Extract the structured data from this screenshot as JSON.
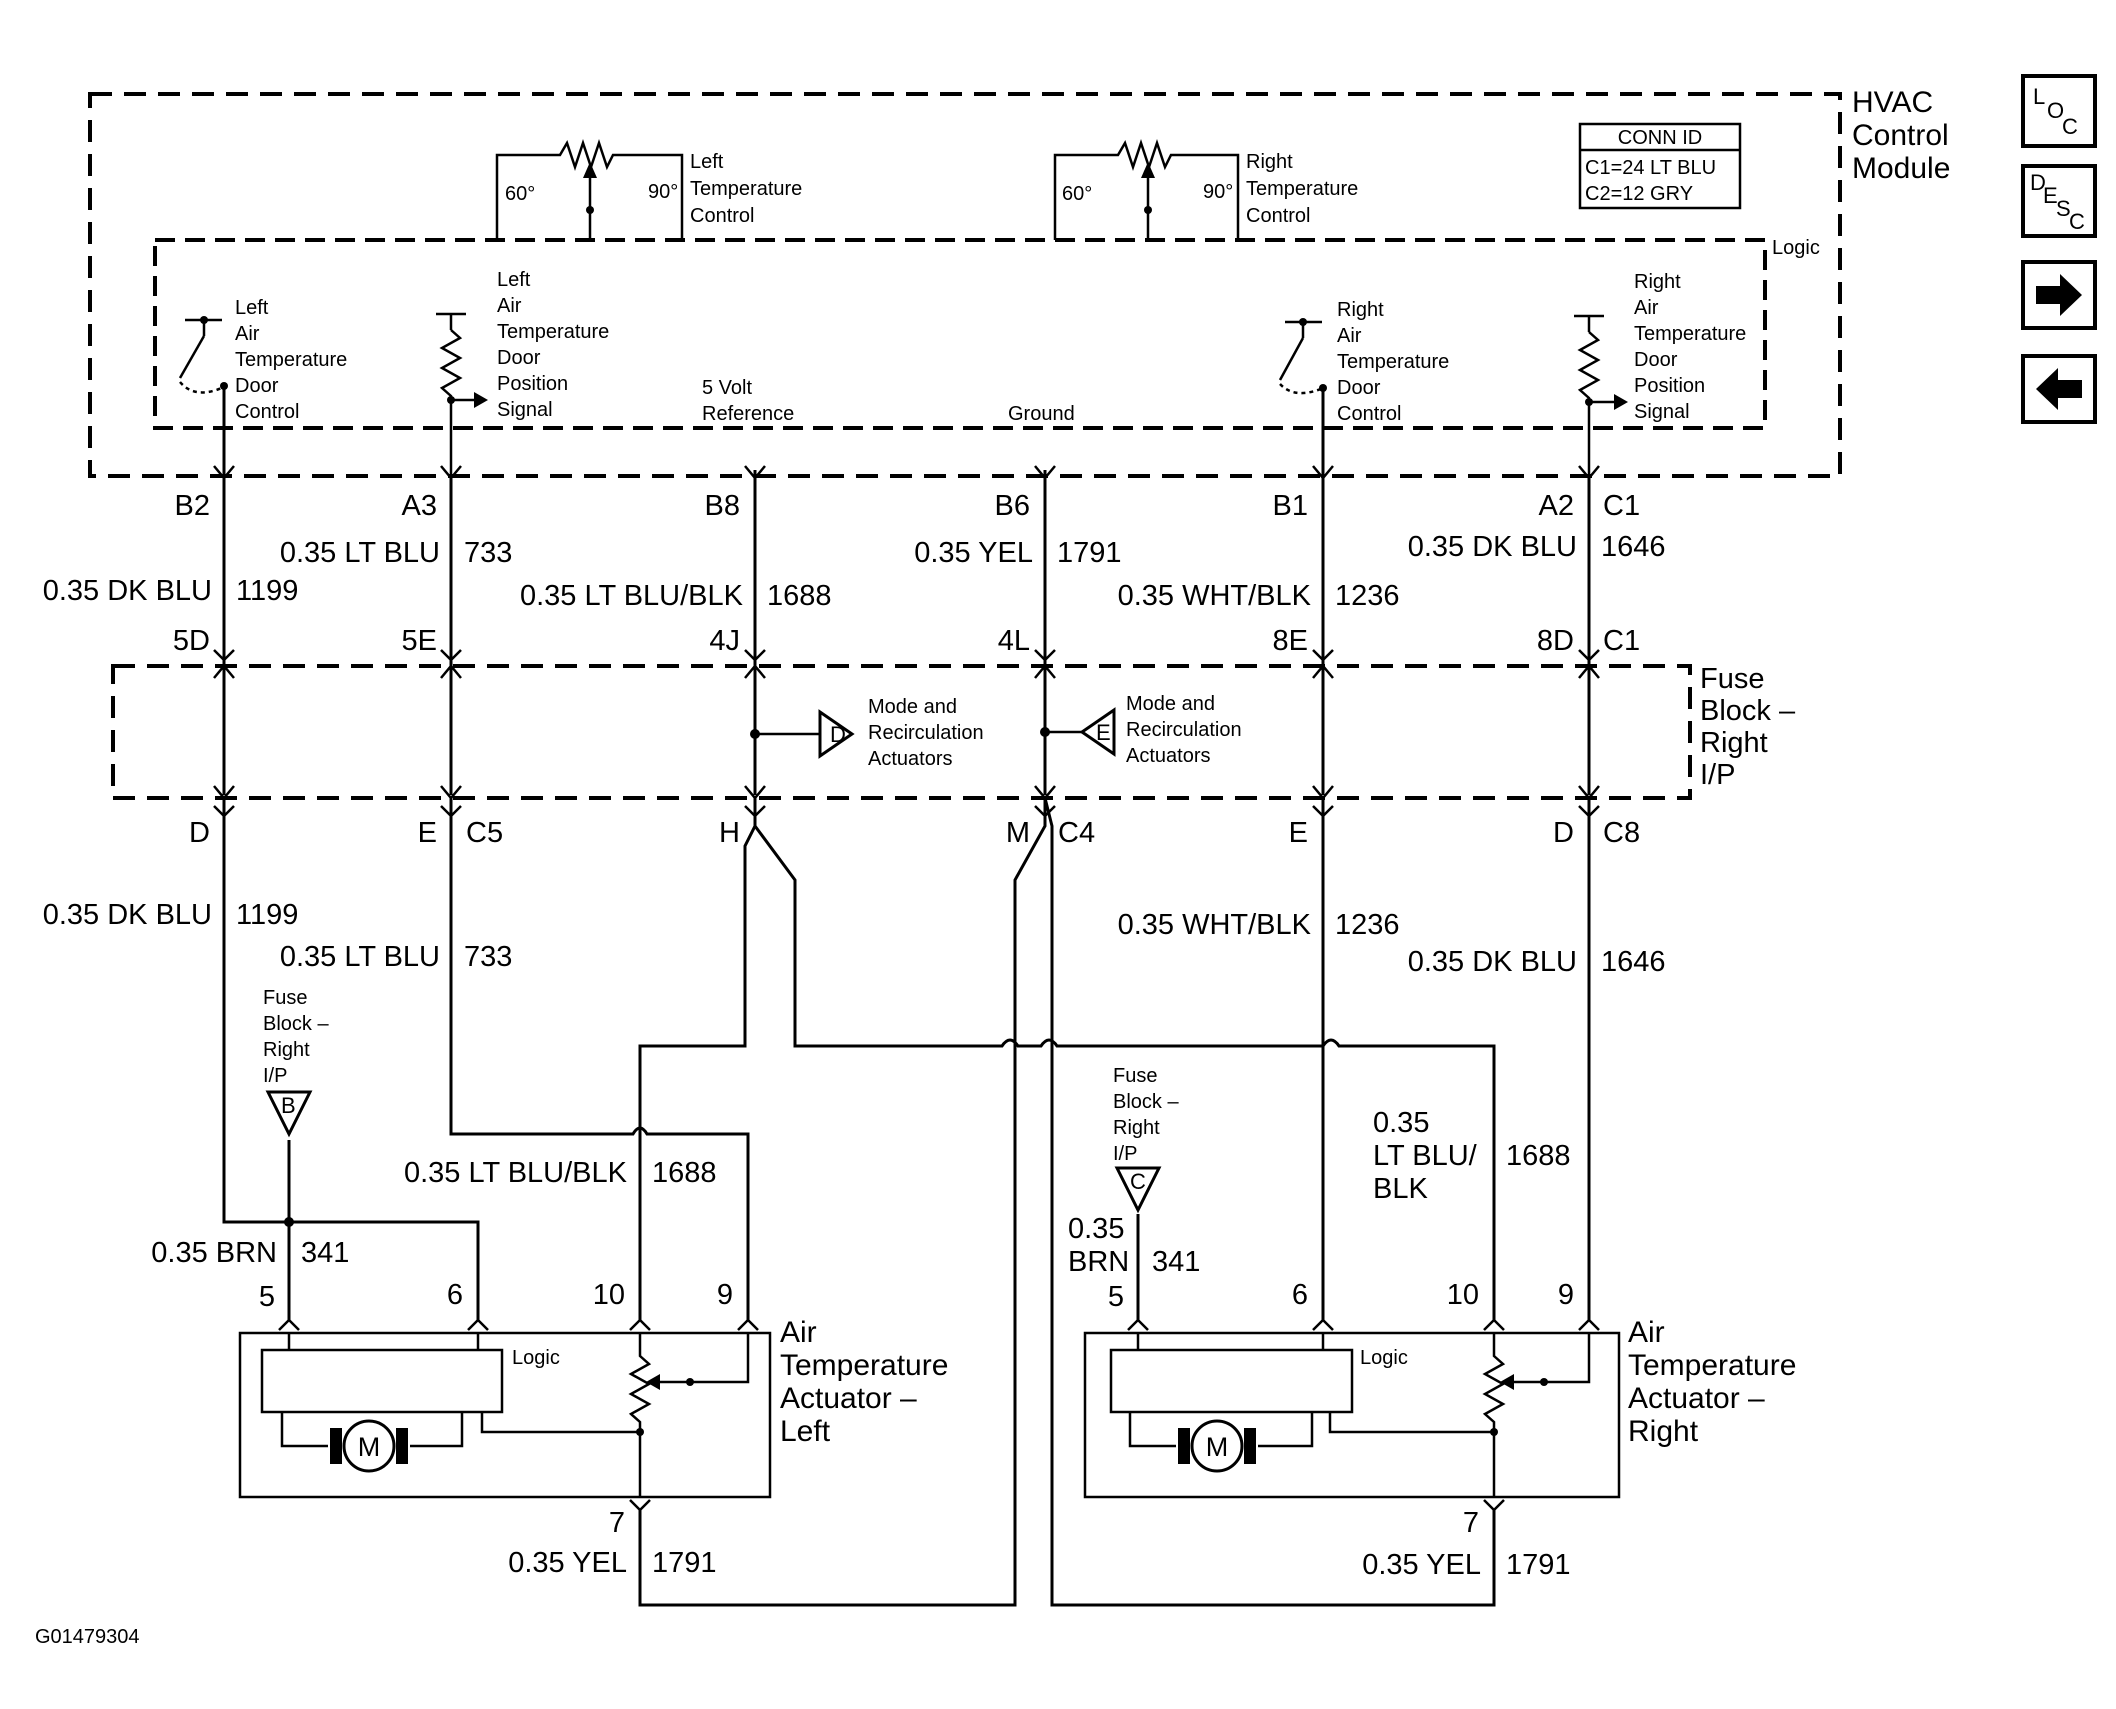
{
  "module": {
    "title_lines": [
      "HVAC",
      "Control",
      "Module"
    ],
    "logic_label": "Logic",
    "conn_id": {
      "title": "CONN ID",
      "lines": [
        "C1=24 LT BLU",
        "C2=12 GRY"
      ]
    }
  },
  "temp_controls": [
    {
      "lines": [
        "Left",
        "Temperature",
        "Control"
      ],
      "low": "60°",
      "high": "90°"
    },
    {
      "lines": [
        "Right",
        "Temperature",
        "Control"
      ],
      "low": "60°",
      "high": "90°"
    }
  ],
  "internal_labels": {
    "left_door_control": [
      "Left",
      "Air",
      "Temperature",
      "Door",
      "Control"
    ],
    "left_door_position": [
      "Left",
      "Air",
      "Temperature",
      "Door",
      "Position",
      "Signal"
    ],
    "five_volt": [
      "5 Volt",
      "Reference"
    ],
    "ground": "Ground",
    "right_door_control": [
      "Right",
      "Air",
      "Temperature",
      "Door",
      "Control"
    ],
    "right_door_position": [
      "Right",
      "Air",
      "Temperature",
      "Door",
      "Position",
      "Signal"
    ]
  },
  "top_pins": [
    "B2",
    "A3",
    "B8",
    "B6",
    "B1",
    "A2",
    "C1"
  ],
  "top_wires": [
    {
      "size": "0.35 DK BLU",
      "circuit": "1199"
    },
    {
      "size": "0.35 LT BLU",
      "circuit": "733"
    },
    {
      "size": "0.35 LT BLU/BLK",
      "circuit": "1688"
    },
    {
      "size": "0.35 YEL",
      "circuit": "1791"
    },
    {
      "size": "0.35 WHT/BLK",
      "circuit": "1236"
    },
    {
      "size": "0.35 DK BLU",
      "circuit": "1646"
    }
  ],
  "fuse_top_pins": [
    "5D",
    "5E",
    "4J",
    "4L",
    "8E",
    "8D",
    "C1"
  ],
  "fuse_block": {
    "title_lines": [
      "Fuse",
      "Block –",
      "Right",
      "I/P"
    ],
    "refs": [
      {
        "letter": "D",
        "lines": [
          "Mode and",
          "Recirculation",
          "Actuators"
        ]
      },
      {
        "letter": "E",
        "lines": [
          "Mode and",
          "Recirculation",
          "Actuators"
        ]
      }
    ]
  },
  "fuse_bottom_pins": [
    "D",
    "E",
    "C5",
    "H",
    "M",
    "C4",
    "E",
    "D",
    "C8"
  ],
  "lower_wires": [
    {
      "size": "0.35 DK BLU",
      "circuit": "1199"
    },
    {
      "size": "0.35 LT BLU",
      "circuit": "733"
    },
    {
      "size": "0.35 WHT/BLK",
      "circuit": "1236"
    },
    {
      "size": "0.35 DK BLU",
      "circuit": "1646"
    },
    {
      "size": "0.35 LT BLU/BLK",
      "circuit": "1688"
    },
    {
      "size": "0.35 BRN",
      "circuit": "341"
    },
    {
      "size_lines": [
        "0.35",
        "LT BLU/",
        "BLK"
      ],
      "circuit": "1688"
    },
    {
      "size_lines": [
        "0.35",
        "BRN"
      ],
      "circuit": "341"
    },
    {
      "size": "0.35 YEL",
      "circuit": "1791"
    },
    {
      "size": "0.35 YEL",
      "circuit": "1791"
    }
  ],
  "ground_refs": [
    {
      "letter": "B",
      "lines": [
        "Fuse",
        "Block –",
        "Right",
        "I/P"
      ]
    },
    {
      "letter": "C",
      "lines": [
        "Fuse",
        "Block –",
        "Right",
        "I/P"
      ]
    }
  ],
  "actuators": [
    {
      "title_lines": [
        "Air",
        "Temperature",
        "Actuator –",
        "Left"
      ],
      "logic": "Logic",
      "motor": "M",
      "pins": [
        "5",
        "6",
        "10",
        "9",
        "7"
      ]
    },
    {
      "title_lines": [
        "Air",
        "Temperature",
        "Actuator –",
        "Right"
      ],
      "logic": "Logic",
      "motor": "M",
      "pins": [
        "5",
        "6",
        "10",
        "9",
        "7"
      ]
    }
  ],
  "figure_id": "G01479304",
  "nav_buttons": [
    {
      "icon": "loc-icon",
      "glyphs": [
        "L",
        "O",
        "C"
      ]
    },
    {
      "icon": "desc-icon",
      "glyphs": [
        "D",
        "E",
        "S",
        "C"
      ]
    },
    {
      "icon": "arrow-right-icon",
      "glyph": "➔"
    },
    {
      "icon": "arrow-left-icon",
      "glyph": "⬅"
    }
  ]
}
